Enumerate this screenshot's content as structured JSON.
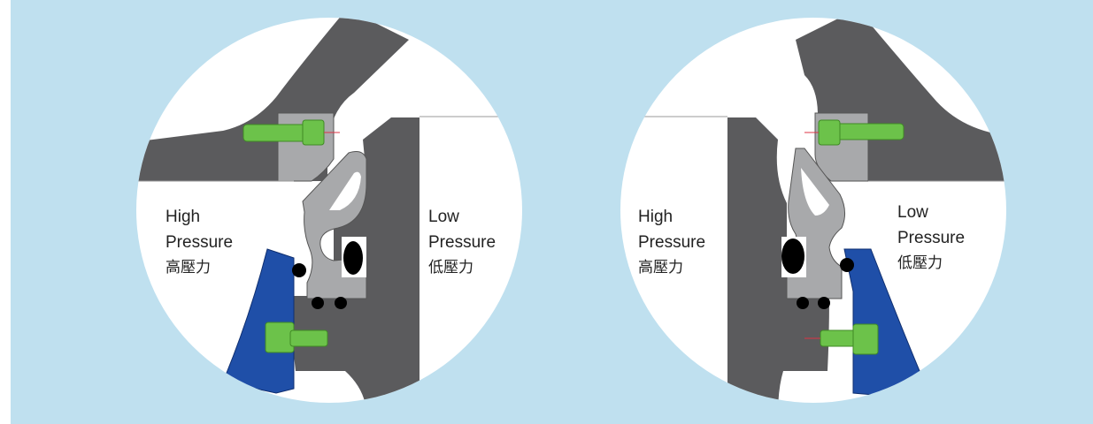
{
  "diagrams": [
    {
      "id": "left",
      "high": {
        "line1": "High",
        "line2": "Pressure",
        "cjk": "高壓力"
      },
      "low": {
        "line1": "Low",
        "line2": "Pressure",
        "cjk": "低壓力"
      }
    },
    {
      "id": "right",
      "high": {
        "line1": "High",
        "line2": "Pressure",
        "cjk": "高壓力"
      },
      "low": {
        "line1": "Low",
        "line2": "Pressure",
        "cjk": "低壓力"
      }
    }
  ],
  "colors": {
    "background": "#bfe0ef",
    "body_dark_gray": "#5b5b5d",
    "seal_light_gray": "#a8a9ab",
    "bolt_green": "#6cc24a",
    "retainer_blue": "#1f4fa8",
    "oring_black": "#000000"
  }
}
